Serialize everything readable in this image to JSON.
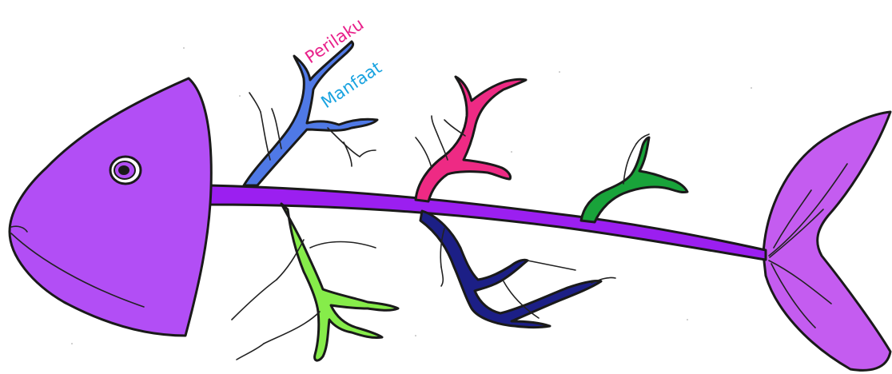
{
  "diagram": {
    "type": "fishbone",
    "labels": [
      {
        "id": "perilaku",
        "text": "Perilaku",
        "color": "#e8208a"
      },
      {
        "id": "manfaat",
        "text": "Manfaat",
        "color": "#1aa3e0"
      }
    ]
  },
  "colors": {
    "fish_body": "#b24ef5",
    "spine": "#9b1ff0",
    "tail": "#c45cf0",
    "branch_blue": "#4f79e6",
    "branch_pink": "#ee2a84",
    "branch_green_dark": "#19a33a",
    "branch_green_light": "#86ec4a",
    "branch_navy": "#1c1f86"
  },
  "icons": [
    "fish-head",
    "fish-eye",
    "fish-tail",
    "spine",
    "bone-branch"
  ]
}
